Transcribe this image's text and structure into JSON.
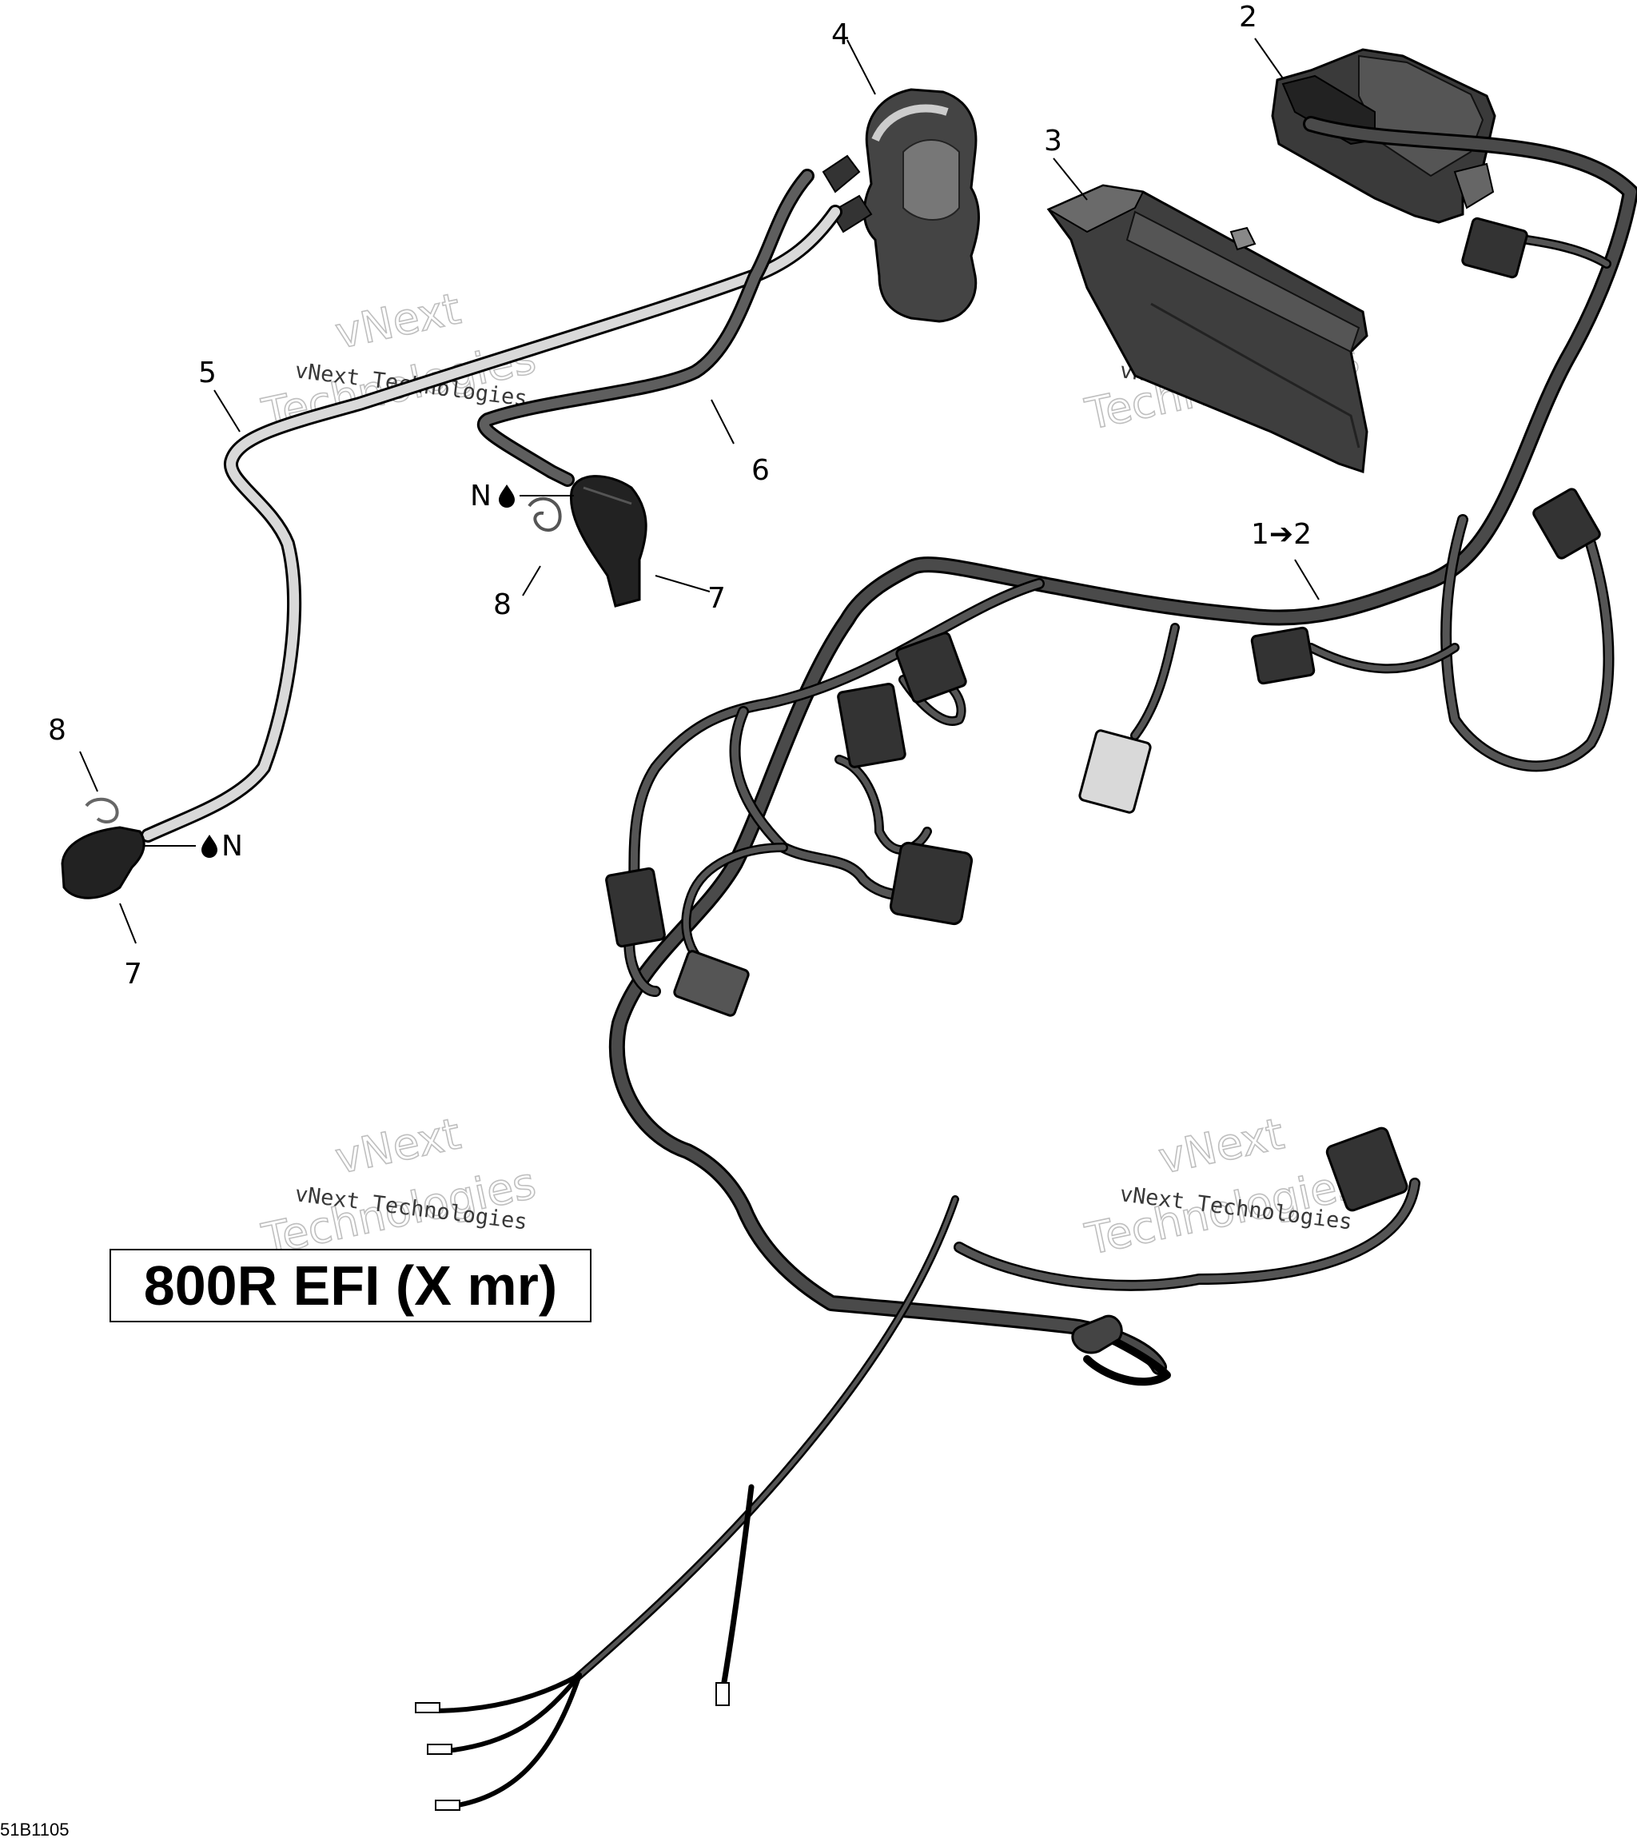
{
  "diagram": {
    "model_label": "800R EFI (X mr)",
    "figure_code": "51B1105",
    "watermark": {
      "line1": "vNext Technologies",
      "line2a": "vNext",
      "line2b": "Technologies"
    },
    "callouts": [
      {
        "id": "c1",
        "text": "1➔2"
      },
      {
        "id": "c2",
        "text": "2"
      },
      {
        "id": "c3",
        "text": "3"
      },
      {
        "id": "c4",
        "text": "4"
      },
      {
        "id": "c5",
        "text": "5"
      },
      {
        "id": "c6",
        "text": "6"
      },
      {
        "id": "c7a",
        "text": "7"
      },
      {
        "id": "c7b",
        "text": "7"
      },
      {
        "id": "c8a",
        "text": "8"
      },
      {
        "id": "c8b",
        "text": "8"
      }
    ],
    "lubricant_symbols": [
      {
        "id": "n-drop-upper",
        "text": "N"
      },
      {
        "id": "n-drop-lower",
        "text": "N"
      }
    ]
  }
}
